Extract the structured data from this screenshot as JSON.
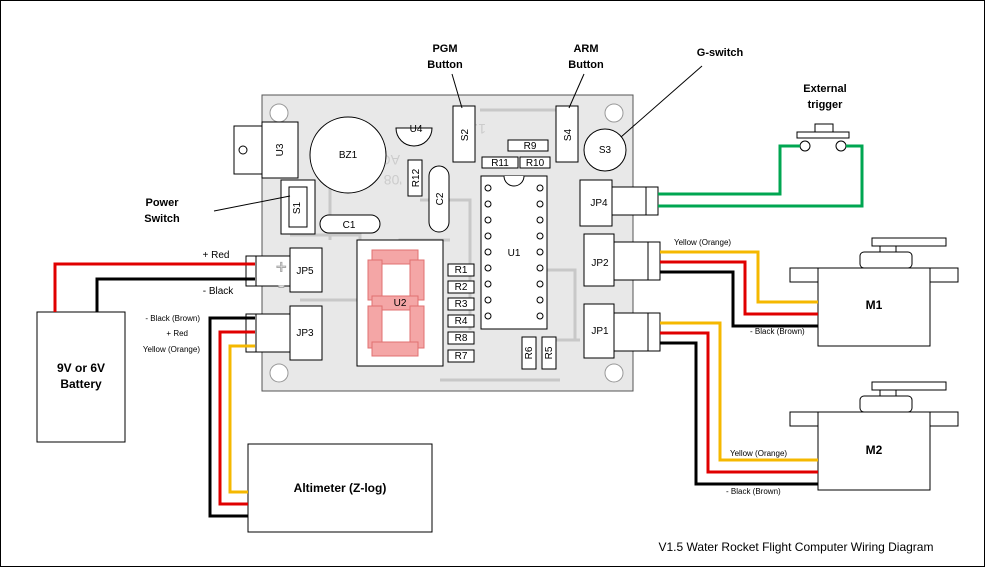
{
  "title": "V1.5 Water Rocket Flight Computer Wiring Diagram",
  "labels": {
    "pgm_1": "PGM",
    "pgm_2": "Button",
    "arm_1": "ARM",
    "arm_2": "Button",
    "gswitch": "G-switch",
    "ext_1": "External",
    "ext_2": "trigger",
    "power_1": "Power",
    "power_2": "Switch",
    "battery_1": "9V or 6V",
    "battery_2": "Battery",
    "bat_red": "+ Red",
    "bat_black": "- Black",
    "alt_black": "- Black (Brown)",
    "alt_red": "+ Red",
    "alt_yellow": "Yellow (Orange)",
    "altimeter": "Altimeter (Z-log)",
    "m1": "M1",
    "m2": "M2",
    "m1_yellow": "Yellow (Orange)",
    "m1_black": "- Black (Brown)",
    "m2_yellow": "Yellow (Orange)",
    "m2_black": "- Black (Brown)"
  },
  "components": {
    "u3": "U3",
    "bz1": "BZ1",
    "u4": "U4",
    "s2": "S2",
    "s4": "S4",
    "s3": "S3",
    "r9": "R9",
    "r11": "R11",
    "r10": "R10",
    "r12": "R12",
    "c2": "C2",
    "c1": "C1",
    "s1": "S1",
    "u1": "U1",
    "u2": "U2",
    "jp4": "JP4",
    "jp2": "JP2",
    "jp1": "JP1",
    "jp5": "JP5",
    "jp3": "JP3",
    "r1": "R1",
    "r2": "R2",
    "r3": "R3",
    "r4": "R4",
    "r8": "R8",
    "r7": "R7",
    "r6": "R6",
    "r5": "R5"
  },
  "board_marks": {
    "plus": "+",
    "minus": "-",
    "silk_1": "ACWR",
    "silk_2": "'08",
    "silk_3": "1.5"
  },
  "colors": {
    "red": "#e00000",
    "yellow": "#f5b800",
    "black": "#000000",
    "green": "#00a651",
    "board": "#e6e6e6",
    "led": "#f08080"
  }
}
